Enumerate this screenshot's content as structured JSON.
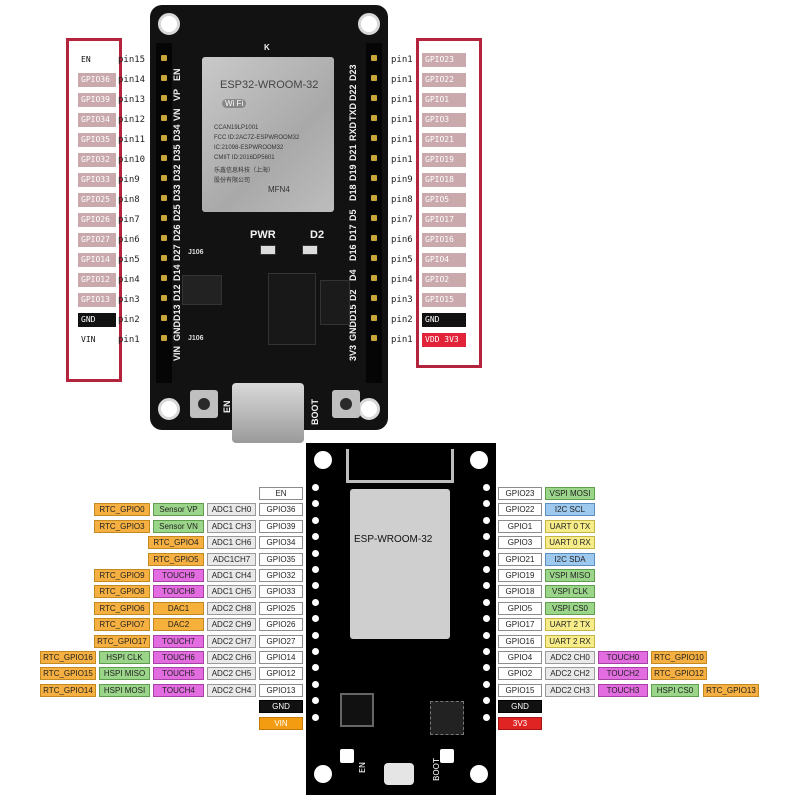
{
  "top": {
    "left_labels": [
      "EN",
      "GPIO36",
      "GPIO39",
      "GPIO34",
      "GPIO35",
      "GPIO32",
      "GPIO33",
      "GPIO25",
      "GPIO26",
      "GPIO27",
      "GPIO14",
      "GPIO12",
      "GPIO13",
      "GND",
      "VIN"
    ],
    "left_pins": [
      "pin15",
      "pin14",
      "pin13",
      "pin12",
      "pin11",
      "pin10",
      "pin9",
      "pin8",
      "pin7",
      "pin6",
      "pin5",
      "pin4",
      "pin3",
      "pin2",
      "pin1"
    ],
    "right_labels": [
      "GPIO23",
      "GPIO22",
      "GPIO1",
      "GPIO3",
      "GPIO21",
      "GPIO19",
      "GPIO18",
      "GPIO5",
      "GPIO17",
      "GPIO16",
      "GPIO4",
      "GPIO2",
      "GPIO15",
      "GND",
      "VDD 3V3"
    ],
    "right_pins": [
      "pin1",
      "pin1",
      "pin1",
      "pin1",
      "pin1",
      "pin1",
      "pin9",
      "pin8",
      "pin7",
      "pin6",
      "pin5",
      "pin4",
      "pin3",
      "pin2",
      "pin1"
    ],
    "left_silk": [
      "EN",
      "VP",
      "VN",
      "D34",
      "D35",
      "D32",
      "D33",
      "D25",
      "D26",
      "D27",
      "D14",
      "D12",
      "D13",
      "GND",
      "VIN"
    ],
    "right_silk": [
      "D23",
      "D22",
      "TXD",
      "RXD",
      "D21",
      "D19",
      "D18",
      "D5",
      "D17",
      "D16",
      "D4",
      "D2",
      "D15",
      "GND",
      "3V3"
    ],
    "module_title": "ESP32-WROOM-32",
    "module_wifi": "Wi Fi",
    "module_lines": [
      "CCAN19LP1001",
      "FCC ID:2AC7Z-ESPWROOM32",
      "IC:21098-ESPWROOM32",
      "CMIIT ID:2016DP5601",
      "乐鑫信息科技（上海）",
      "股份有限公司"
    ],
    "module_mark": "MFN4",
    "board_marks": {
      "k": "K",
      "pwr": "PWR",
      "d2": "D2",
      "en": "EN",
      "boot": "BOOT",
      "chip1": "J106",
      "chip2": "J106"
    }
  },
  "bottom": {
    "module_label": "ESP-WROOM-32",
    "en_label": "EN",
    "boot_label": "BOOT",
    "left_rows": [
      {
        "gpio": "EN"
      },
      {
        "gpio": "GPIO36",
        "adc": "ADC1 CH0",
        "sensor": "Sensor VP",
        "rtc": "RTC_GPIO0"
      },
      {
        "gpio": "GPIO39",
        "adc": "ADC1 CH3",
        "sensor": "Sensor VN",
        "rtc": "RTC_GPIO3"
      },
      {
        "gpio": "GPIO34",
        "adc": "ADC1 CH6",
        "rtc": "RTC_GPIO4"
      },
      {
        "gpio": "GPIO35",
        "adc": "ADC1CH7",
        "rtc": "RTC_GPIO5"
      },
      {
        "gpio": "GPIO32",
        "adc": "ADC1 CH4",
        "touch": "TOUCH9",
        "rtc": "RTC_GPIO9"
      },
      {
        "gpio": "GPIO33",
        "adc": "ADC1 CH5",
        "touch": "TOUCH8",
        "rtc": "RTC_GPIO8"
      },
      {
        "gpio": "GPIO25",
        "adc": "ADC2 CH8",
        "dac": "DAC1",
        "rtc": "RTC_GPIO6"
      },
      {
        "gpio": "GPIO26",
        "adc": "ADC2 CH9",
        "dac": "DAC2",
        "rtc": "RTC_GPIO7"
      },
      {
        "gpio": "GPIO27",
        "adc": "ADC2 CH7",
        "touch": "TOUCH7",
        "rtc": "RTC_GPIO17"
      },
      {
        "gpio": "GPIO14",
        "adc": "ADC2 CH6",
        "touch": "TOUCH6",
        "spi": "HSPI CLK",
        "rtc": "RTC_GPIO16"
      },
      {
        "gpio": "GPIO12",
        "adc": "ADC2 CH5",
        "touch": "TOUCH5",
        "spi": "HSPI MISO",
        "rtc": "RTC_GPIO15"
      },
      {
        "gpio": "GPIO13",
        "adc": "ADC2 CH4",
        "touch": "TOUCH4",
        "spi": "HSPI MOSI",
        "rtc": "RTC_GPIO14"
      },
      {
        "gpio": "GND",
        "kind": "gnd"
      },
      {
        "gpio": "VIN",
        "kind": "vin"
      }
    ],
    "right_rows": [
      {
        "gpio": "GPIO23",
        "f1": "VSPI MOSI",
        "f1kind": "vspi"
      },
      {
        "gpio": "GPIO22",
        "f1": "I2C SCL",
        "f1kind": "i2c"
      },
      {
        "gpio": "GPIO1",
        "f1": "UART 0 TX",
        "f1kind": "uart"
      },
      {
        "gpio": "GPIO3",
        "f1": "UART 0 RX",
        "f1kind": "uart"
      },
      {
        "gpio": "GPIO21",
        "f1": "I2C SDA",
        "f1kind": "i2c"
      },
      {
        "gpio": "GPIO19",
        "f1": "VSPI MISO",
        "f1kind": "vspi"
      },
      {
        "gpio": "GPIO18",
        "f1": "VSPI CLK",
        "f1kind": "vspi"
      },
      {
        "gpio": "GPIO5",
        "f1": "VSPI CS0",
        "f1kind": "vspi"
      },
      {
        "gpio": "GPIO17",
        "f1": "UART 2 TX",
        "f1kind": "uart"
      },
      {
        "gpio": "GPIO16",
        "f1": "UART 2 RX",
        "f1kind": "uart"
      },
      {
        "gpio": "GPIO4",
        "f1": "ADC2 CH0",
        "f1kind": "adc",
        "touch": "TOUCH0",
        "rtc": "RTC_GPIO10"
      },
      {
        "gpio": "GPIO2",
        "f1": "ADC2 CH2",
        "f1kind": "adc",
        "touch": "TOUCH2",
        "rtc": "RTC_GPIO12"
      },
      {
        "gpio": "GPIO15",
        "f1": "ADC2 CH3",
        "f1kind": "adc",
        "touch": "TOUCH3",
        "spi": "HSPI CS0",
        "rtc": "RTC_GPIO13"
      },
      {
        "gpio": "GND",
        "kind": "gnd"
      },
      {
        "gpio": "3V3",
        "kind": "3v3"
      }
    ]
  },
  "colors": {
    "redbox": "#b3233b",
    "label_pink": "#c9a9ac",
    "rtc": "#f5b041",
    "touch": "#e36ce1",
    "green": "#9bd58a",
    "i2c": "#9ec9ef",
    "uart": "#f7ec8a",
    "vin": "#f39c12",
    "v33": "#e02424"
  }
}
